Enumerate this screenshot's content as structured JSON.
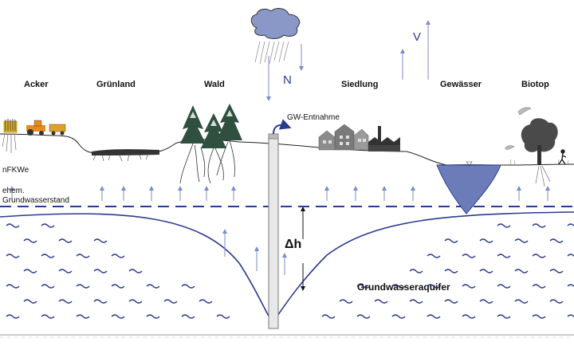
{
  "land_uses": [
    "Acker",
    "Grünland",
    "Wald",
    "Siedlung",
    "Gewässer",
    "Biotop"
  ],
  "labels": {
    "nfkwe": "nFKWe",
    "former_gw_line1": "ehem.",
    "former_gw_line2": "Grundwasserstand",
    "withdrawal": "GW-Entnahme",
    "precipitation": "N",
    "evaporation": "V",
    "drawdown": "h",
    "drawdown_symbol": "Δ",
    "aquifer": "Grundwasseraquifer"
  },
  "colors": {
    "water": "#2b3c8f",
    "lake": "#6c7cb8",
    "arrow": "#7a8cc8",
    "ground": "#222222"
  }
}
